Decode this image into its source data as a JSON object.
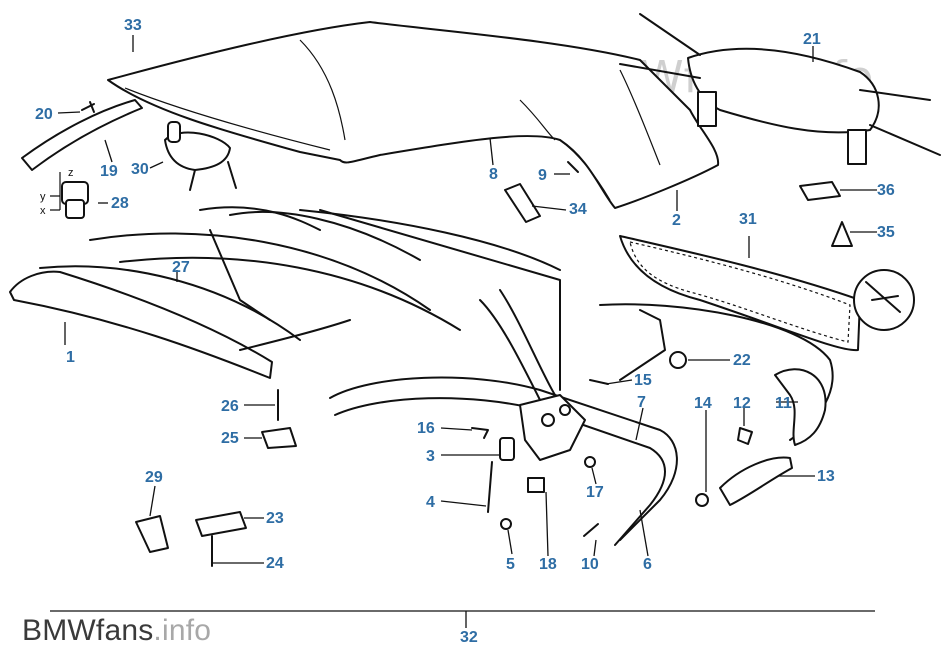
{
  "watermark_top": "BMWfans.info",
  "brand": {
    "prefix": "BMWfans",
    "suffix": ".info"
  },
  "callouts": {
    "n1": "1",
    "n2": "2",
    "n3": "3",
    "n4": "4",
    "n5": "5",
    "n6": "6",
    "n7": "7",
    "n8": "8",
    "n9": "9",
    "n10": "10",
    "n11": "11",
    "n12": "12",
    "n13": "13",
    "n14": "14",
    "n15": "15",
    "n16": "16",
    "n17": "17",
    "n18": "18",
    "n19": "19",
    "n20": "20",
    "n21": "21",
    "n22": "22",
    "n23": "23",
    "n24": "24",
    "n25": "25",
    "n26": "26",
    "n27": "27",
    "n28": "28",
    "n29": "29",
    "n30": "30",
    "n31": "31",
    "n32": "32",
    "n33": "33",
    "n34": "34",
    "n35": "35",
    "n36": "36"
  },
  "axis_letters": {
    "z": "z",
    "y": "y",
    "x": "x"
  },
  "colors": {
    "callout": "#2e6da4",
    "line": "#111111",
    "watermark": "#cfcfcf"
  }
}
